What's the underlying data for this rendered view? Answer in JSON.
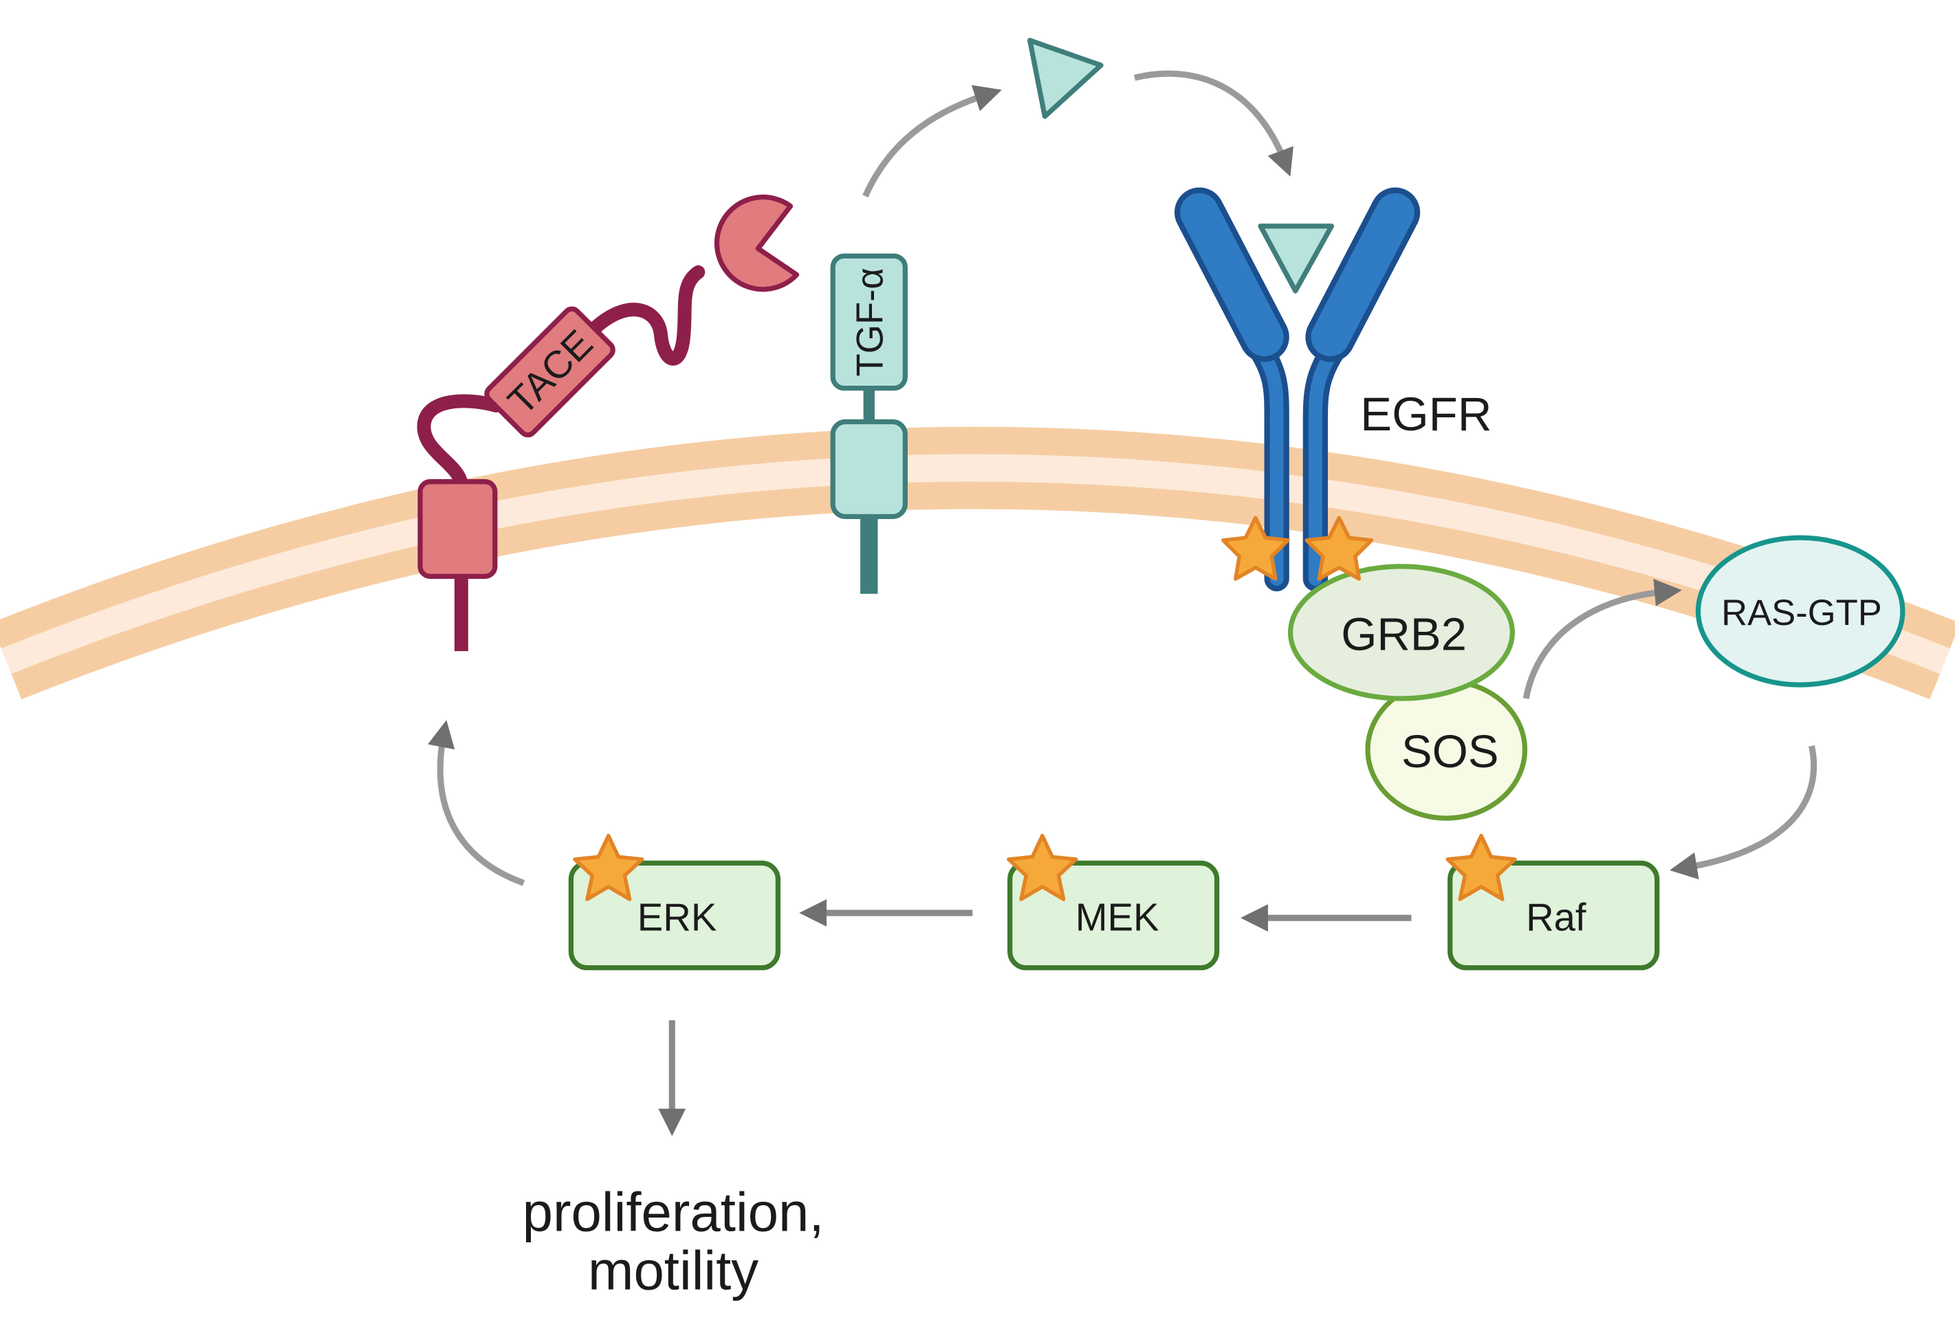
{
  "labels": {
    "tace": "TACE",
    "tgf": "TGF-α",
    "egfr": "EGFR",
    "grb2": "GRB2",
    "sos": "SOS",
    "ras": "RAS-GTP",
    "raf": "Raf",
    "mek": "MEK",
    "erk": "ERK",
    "outcome_line1": "proliferation,",
    "outcome_line2": "motility"
  },
  "colors": {
    "membrane_outer": "#f6cda3",
    "membrane_inner": "#fdeadb",
    "tace_fill": "#e07b7e",
    "tace_stroke": "#8e1f4b",
    "tgf_fill": "#b8e3dd",
    "tgf_stroke": "#3f7e7b",
    "egfr_fill": "#2f7bc4",
    "egfr_stroke": "#1b4f8e",
    "star_fill": "#f5a93b",
    "star_stroke": "#e38425",
    "kinase_fill": "#dff2da",
    "kinase_stroke": "#3e7a2c",
    "grb2_fill": "#e6eedd",
    "grb2_stroke": "#6aab40",
    "sos_fill": "#f7fbe6",
    "sos_stroke": "#6a9e34",
    "ras_fill": "#e3f3f1",
    "ras_stroke": "#17958d",
    "arrow": "#707070"
  }
}
